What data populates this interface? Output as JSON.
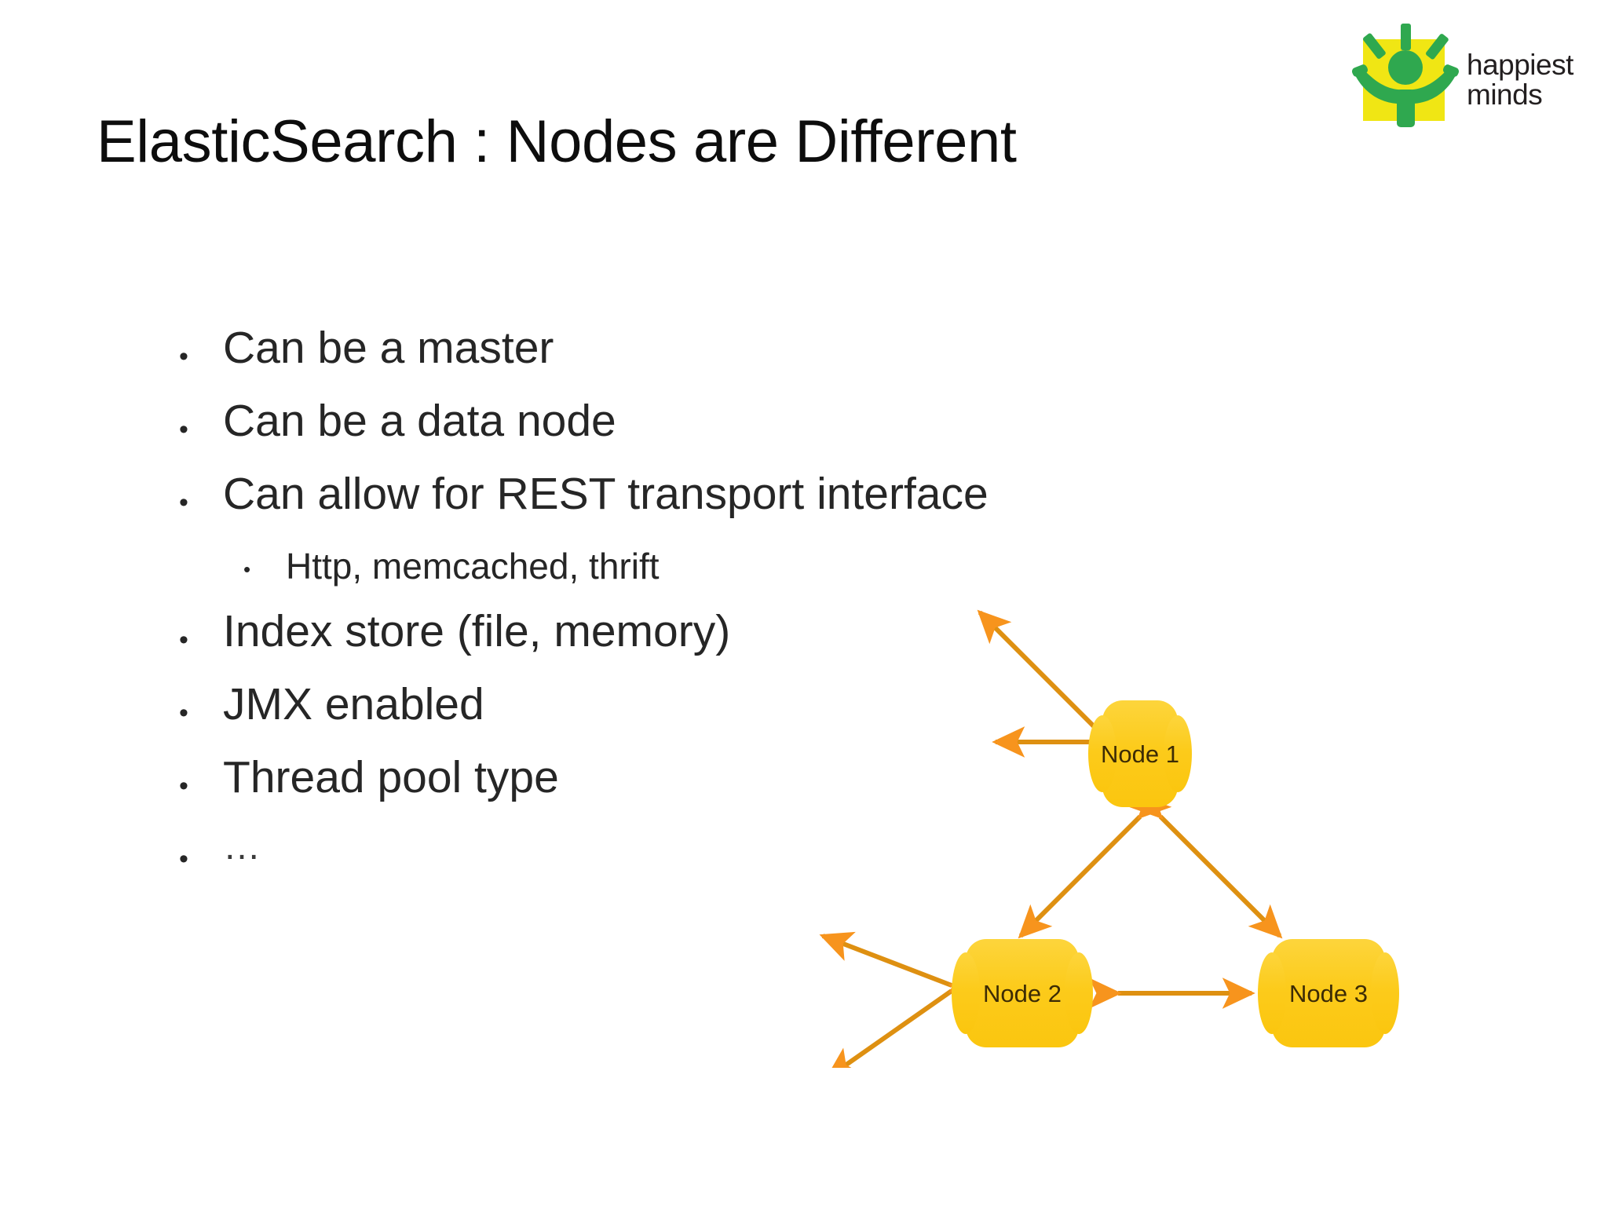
{
  "slide": {
    "title": "ElasticSearch : Nodes are Different",
    "background_color": "#FFFFFF"
  },
  "logo": {
    "name": "happiest-minds-logo",
    "line1": "happiest",
    "line2": "minds",
    "square_color": "#F0E614",
    "figure_color": "#2FA84F",
    "text_color": "#231F20"
  },
  "bullets": [
    {
      "level": 1,
      "marker": "•",
      "text": "Can be a master"
    },
    {
      "level": 1,
      "marker": "•",
      "text": "Can be a data node"
    },
    {
      "level": 1,
      "marker": "•",
      "text": "Can allow for REST transport interface"
    },
    {
      "level": 2,
      "marker": "•",
      "text": "Http, memcached, thrift"
    },
    {
      "level": 1,
      "marker": "•",
      "text": "Index store (file, memory)"
    },
    {
      "level": 1,
      "marker": "•",
      "text": "JMX enabled"
    },
    {
      "level": 1,
      "marker": "•",
      "text": "Thread pool type"
    },
    {
      "level": 1,
      "marker": "•",
      "text": "…"
    }
  ],
  "diagram": {
    "name": "elasticsearch-cluster-node-diagram",
    "node_fill": "#FCCF22",
    "arrow_color": "#F7941D",
    "label_color": "#3C2B05",
    "nodes": [
      {
        "id": "node-1",
        "label": "Node 1"
      },
      {
        "id": "node-2",
        "label": "Node 2"
      },
      {
        "id": "node-3",
        "label": "Node 3"
      }
    ],
    "internal_links": [
      {
        "from": "Node 1",
        "to": "Node 2",
        "style": "double-headed"
      },
      {
        "from": "Node 1",
        "to": "Node 3",
        "style": "double-headed"
      },
      {
        "from": "Node 2",
        "to": "Node 3",
        "style": "double-headed"
      }
    ],
    "external_links": [
      {
        "at": "Node 1",
        "direction": "up-right",
        "style": "double-headed"
      },
      {
        "at": "Node 1",
        "direction": "left",
        "style": "double-headed"
      },
      {
        "at": "Node 2",
        "direction": "upper-left",
        "style": "double-headed"
      },
      {
        "at": "Node 2",
        "direction": "lower-left",
        "style": "double-headed"
      }
    ]
  }
}
